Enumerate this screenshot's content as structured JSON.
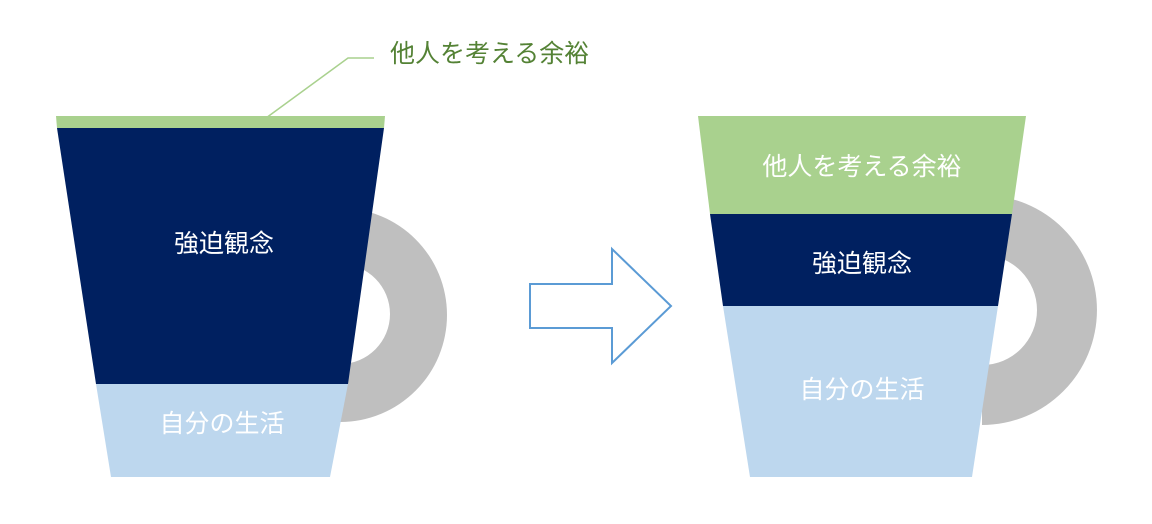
{
  "cups": {
    "before": {
      "mind_label": "他人を考える余裕",
      "obsession_label": "強迫観念",
      "own_life_label": "自分の生活"
    },
    "after": {
      "mind_label": "他人を考える余裕",
      "obsession_label": "強迫観念",
      "own_life_label": "自分の生活"
    }
  },
  "colors": {
    "mind": "#a9d18e",
    "obsession": "#002060",
    "own_life": "#bdd7ee",
    "handle": "#bfbfbf",
    "arrow_stroke": "#5b9bd5",
    "callout_text": "#548235",
    "callout_line": "#a9d18e",
    "label_text": "#ffffff"
  },
  "icons": {
    "transition": "right-arrow-icon",
    "cup": "mug-icon"
  }
}
